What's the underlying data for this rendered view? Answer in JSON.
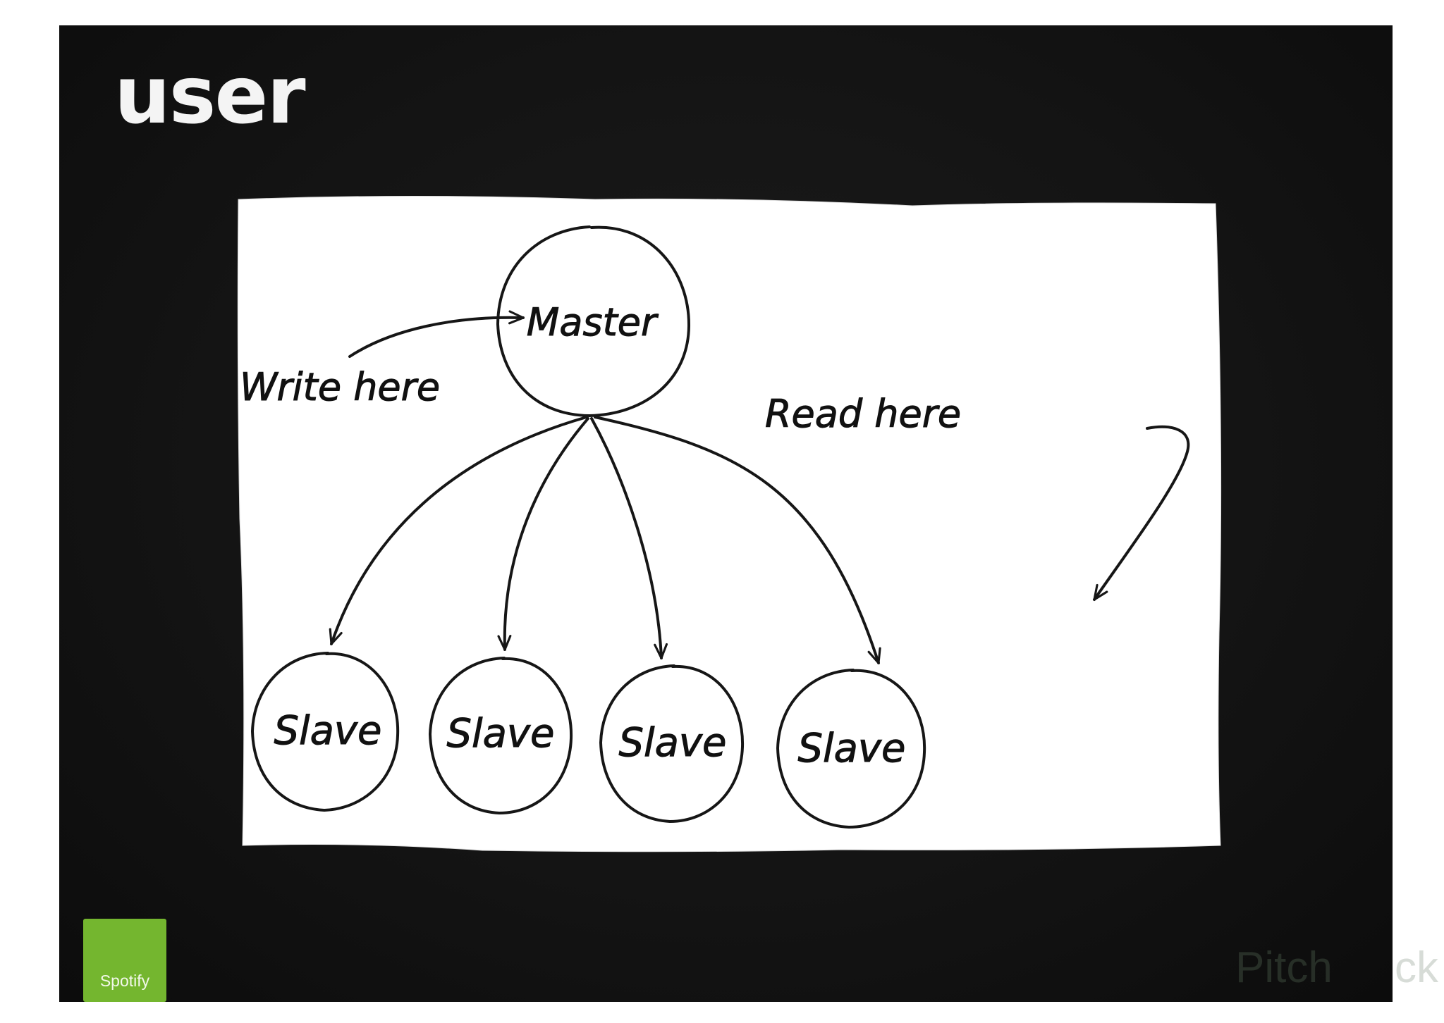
{
  "slide": {
    "title": "user"
  },
  "diagram": {
    "master_label": "Master",
    "slave_labels": [
      "Slave",
      "Slave",
      "Slave",
      "Slave"
    ],
    "write_label": "Write here",
    "read_label": "Read here"
  },
  "branding": {
    "logo_text": "Spotify",
    "watermark_text": "Pitch",
    "watermark_tail": "ck"
  },
  "colors": {
    "slide_background": "#141414",
    "paper": "#ffffff",
    "ink": "#161616",
    "logo_green": "#74b62f"
  }
}
